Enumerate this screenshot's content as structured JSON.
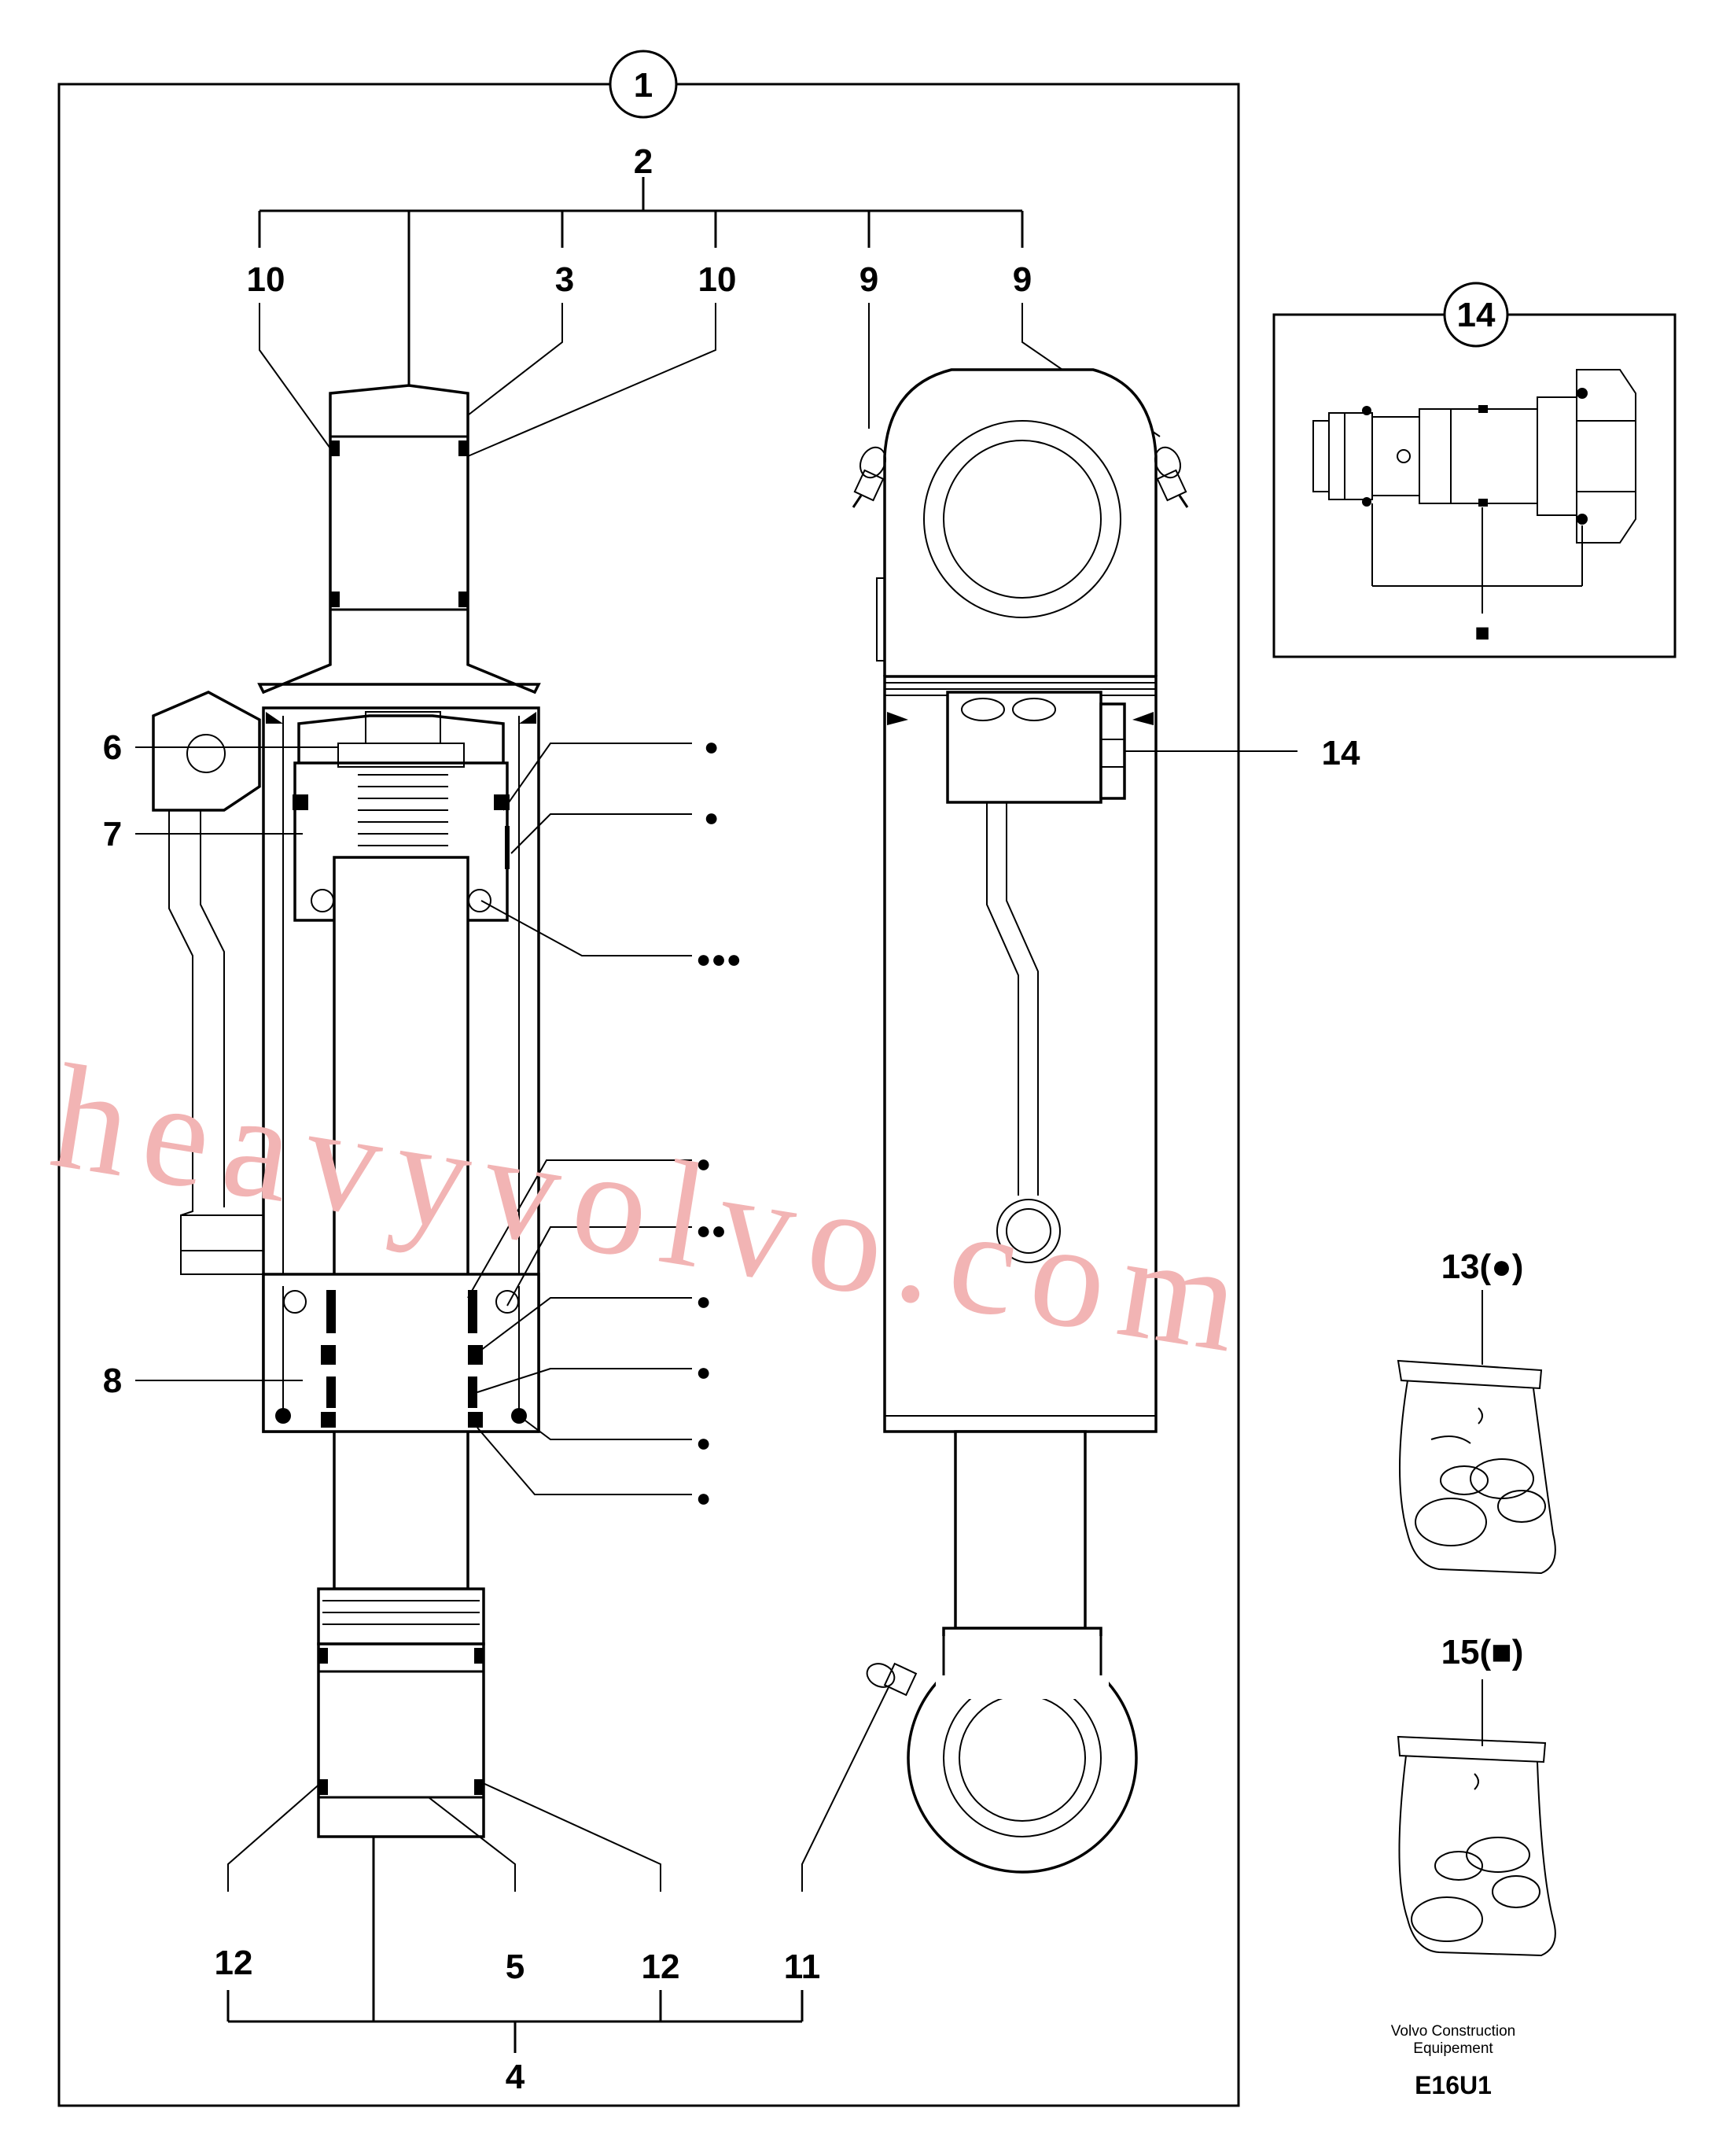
{
  "title_callout": "1",
  "callouts": {
    "c2": "2",
    "c3": "3",
    "c10a": "10",
    "c10b": "10",
    "c9a": "9",
    "c9b": "9",
    "c6": "6",
    "c7": "7",
    "c8": "8",
    "c14": "14",
    "c12a": "12",
    "c5": "5",
    "c12b": "12",
    "c11": "11",
    "c4": "4"
  },
  "inset": {
    "callout": "14",
    "marker": "■"
  },
  "kits": [
    {
      "label": "13(●)",
      "marker": "●"
    },
    {
      "label": "15(■)",
      "marker": "■"
    }
  ],
  "seal_markers": [
    "●",
    "●",
    "●●●",
    "●",
    "●●",
    "●",
    "●",
    "●",
    "●"
  ],
  "footer": {
    "company_line1": "Volvo Construction",
    "company_line2": "Equipement",
    "code": "E16U1"
  },
  "watermark": "heavyvolvo.com"
}
